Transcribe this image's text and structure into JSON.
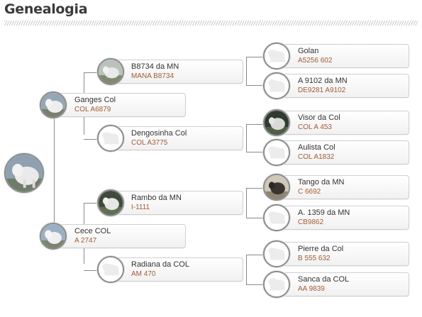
{
  "header": {
    "title": "Genealogia"
  },
  "tree": {
    "subject": {
      "name": "",
      "reg": "",
      "photo": "white-bull-photo"
    },
    "sire": {
      "name": "Ganges Col",
      "reg": "COL A6879",
      "photo": "white-bull-photo"
    },
    "dam": {
      "name": "Cece COL",
      "reg": "A 2747",
      "photo": "white-bull-photo"
    },
    "sire_sire": {
      "name": "B8734 da MN",
      "reg": "MANA B8734",
      "photo": "white-bull-photo"
    },
    "sire_dam": {
      "name": "Dengosinha Col",
      "reg": "COL A3775",
      "photo": "placeholder-silhouette"
    },
    "dam_sire": {
      "name": "Rambo da MN",
      "reg": "I-1111",
      "photo": "white-bull-photo"
    },
    "dam_dam": {
      "name": "Radiana da COL",
      "reg": "AM 470",
      "photo": "placeholder-silhouette"
    },
    "g3": [
      {
        "name": "Golan",
        "reg": "A5256 602",
        "photo": "placeholder-silhouette"
      },
      {
        "name": "A 9102 da MN",
        "reg": "DE9281 A9102",
        "photo": "placeholder-silhouette"
      },
      {
        "name": "Visor da Col",
        "reg": "COL A 453",
        "photo": "white-bull-photo"
      },
      {
        "name": "Aulista Col",
        "reg": "COL A1832",
        "photo": "placeholder-silhouette"
      },
      {
        "name": "Tango da MN",
        "reg": "C 6692",
        "photo": "dark-bull-photo"
      },
      {
        "name": "A. 1359 da MN",
        "reg": "CB9862",
        "photo": "placeholder-silhouette"
      },
      {
        "name": "Pierre da Col",
        "reg": "B 555 632",
        "photo": "placeholder-silhouette"
      },
      {
        "name": "Sanca da COL",
        "reg": "AA 9839",
        "photo": "placeholder-silhouette"
      }
    ]
  },
  "colors": {
    "name_text": "#333333",
    "registration_text": "#a25b34",
    "connector": "#8a8a8a"
  }
}
